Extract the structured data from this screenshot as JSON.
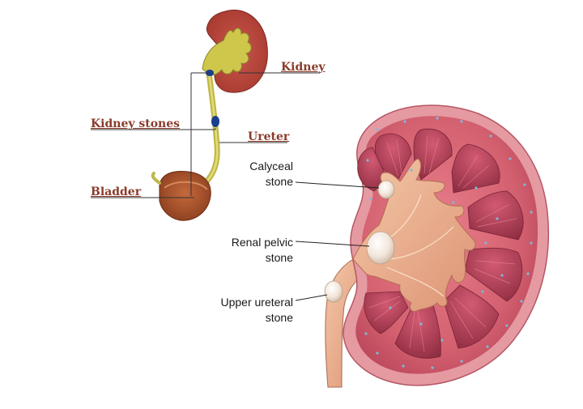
{
  "overview_labels": {
    "kidney": "Kidney",
    "kidney_stones": "Kidney stones",
    "ureter": "Ureter",
    "bladder": "Bladder"
  },
  "detail_labels": {
    "calyceal_line1": "Calyceal",
    "calyceal_line2": "stone",
    "renal_pelvic_line1": "Renal pelvic",
    "renal_pelvic_line2": "stone",
    "upper_ureteral_line1": "Upper ureteral",
    "upper_ureteral_line2": "stone"
  },
  "colors": {
    "kidney_outer": "#d9868f",
    "kidney_cortex": "#c94d5f",
    "pyramid": "#a2354a",
    "pelvis": "#e9a883",
    "stone": "#f1e2d2",
    "label_brown": "#8a3b2a",
    "bile_yellow": "#c9c34a",
    "bladder": "#a7532c"
  }
}
